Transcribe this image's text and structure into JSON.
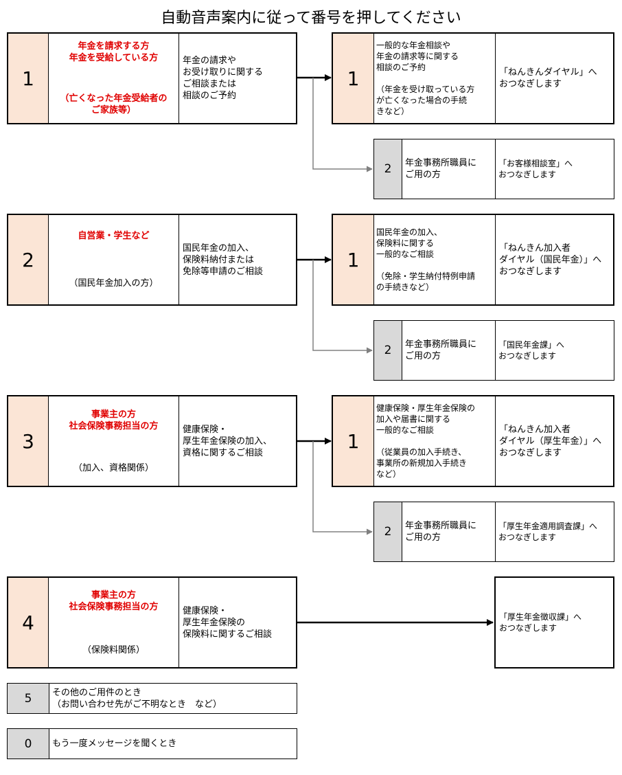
{
  "title": "自動音声案内に従って番号を押してください",
  "colors": {
    "peach": "#fbe5d6",
    "grey": "#d9d9d9",
    "emphasis": "#e00000",
    "connector": "#808080"
  },
  "menu": [
    {
      "number": "1",
      "who": "年金を請求する方\n年金を受給している方",
      "who_note": "（亡くなった年金受給者の\nご家族等）",
      "what": "年金の請求や\nお受け取りに関する\nご相談または\n相談のご予約",
      "sub": [
        {
          "number": "1",
          "desc": "一般的な年金相談や\n年金の請求等に関する\n相談のご予約\n\n（年金を受け取っている方\nが亡くなった場合の手続\nきなど）",
          "dest": "「ねんきんダイヤル」へ\nおつなぎします"
        },
        {
          "number": "2",
          "desc": "年金事務所職員に\nご用の方",
          "dest": "「お客様相談室」へ\nおつなぎします"
        }
      ]
    },
    {
      "number": "2",
      "who": "自営業・学生など",
      "who_note": "（国民年金加入の方）",
      "what": "国民年金の加入、\n保険料納付または\n免除等申請のご相談",
      "sub": [
        {
          "number": "1",
          "desc": "国民年金の加入、\n保険料に関する\n一般的なご相談\n\n（免除・学生納付特例申請\nの手続きなど）",
          "dest": "「ねんきん加入者\nダイヤル（国民年金）」へ\nおつなぎします"
        },
        {
          "number": "2",
          "desc": "年金事務所職員に\nご用の方",
          "dest": "「国民年金課」へ\nおつなぎします"
        }
      ]
    },
    {
      "number": "3",
      "who": "事業主の方\n社会保険事務担当の方",
      "who_note": "（加入、資格関係）",
      "what": "健康保険・\n厚生年金保険の加入、\n資格に関するご相談",
      "sub": [
        {
          "number": "1",
          "desc": "健康保険・厚生年金保険の\n加入や届書に関する\n一般的なご相談\n\n（従業員の加入手続き、\n事業所の新規加入手続き\nなど）",
          "dest": "「ねんきん加入者\nダイヤル（厚生年金）」へ\nおつなぎします"
        },
        {
          "number": "2",
          "desc": "年金事務所職員に\nご用の方",
          "dest": "「厚生年金適用調査課」へ\nおつなぎします"
        }
      ]
    },
    {
      "number": "4",
      "who": "事業主の方\n社会保険事務担当の方",
      "who_note": "（保険料関係）",
      "what": "健康保険・\n厚生年金保険の\n保険料に関するご相談",
      "dest": "「厚生年金徴収課」へ\nおつなぎします"
    }
  ],
  "others": [
    {
      "number": "5",
      "text": "その他のご用件のとき\n（お問い合わせ先がご不明なとき　など）"
    },
    {
      "number": "0",
      "text": "もう一度メッセージを聞くとき"
    }
  ]
}
